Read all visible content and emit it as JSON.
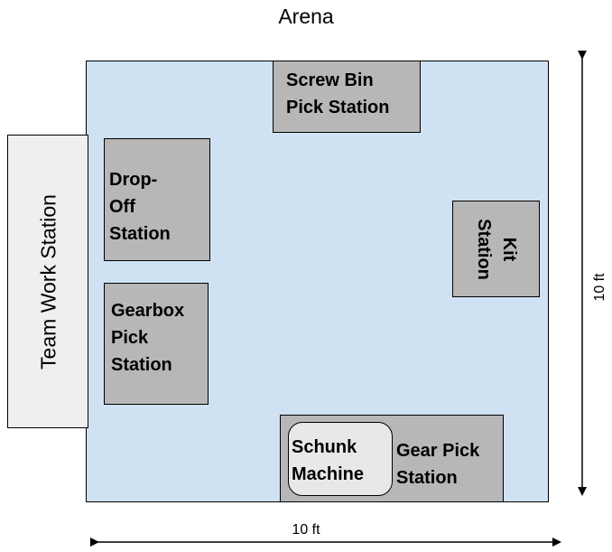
{
  "title": "Arena",
  "stations": {
    "screw_bin": [
      "Screw Bin",
      "Pick Station"
    ],
    "drop_off": [
      "Drop-",
      "Off",
      "Station"
    ],
    "gearbox": [
      "Gearbox",
      "Pick",
      "Station"
    ],
    "kit": [
      "Kit",
      "Station"
    ],
    "gear_pick": [
      "Gear Pick",
      "Station"
    ],
    "schunk": [
      "Schunk",
      "Machine"
    ],
    "team_work": "Team Work Station"
  },
  "dimensions": {
    "height": "10 ft",
    "width": "10 ft"
  },
  "colors": {
    "arena_fill": "#cfe2f3",
    "station_fill": "#b7b7b7",
    "schunk_fill": "#e8e8e8",
    "team_fill": "#efefef"
  }
}
